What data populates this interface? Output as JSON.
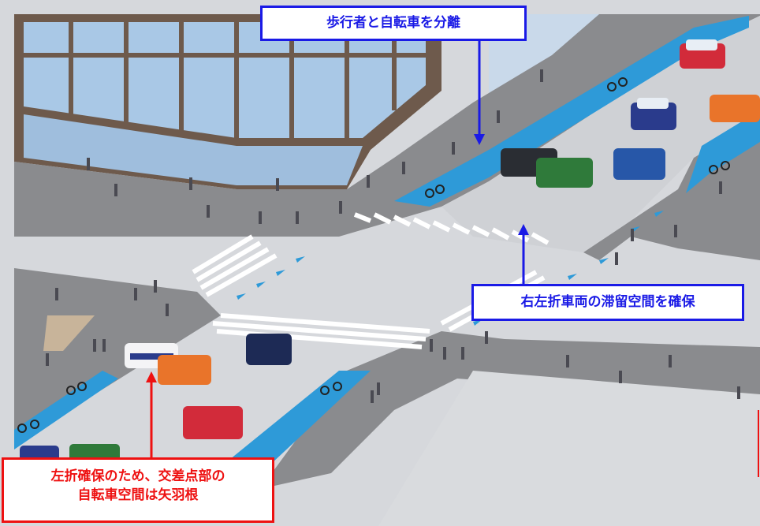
{
  "callouts": {
    "top": "歩行者と自転車を分離",
    "right": "右左折車両の滞留空間を確保",
    "left_line1": "左折確保のため、交差点部の",
    "left_line2": "自転車空間は矢羽根"
  },
  "colors": {
    "callout_blue": "#1a1ae6",
    "callout_red": "#ee1111",
    "bike_lane": "#2e9ad8",
    "road": "#d6d8dc",
    "sidewalk": "#8a8b8e",
    "building": "#6e5a4c",
    "glass": "#a9c8e6"
  }
}
